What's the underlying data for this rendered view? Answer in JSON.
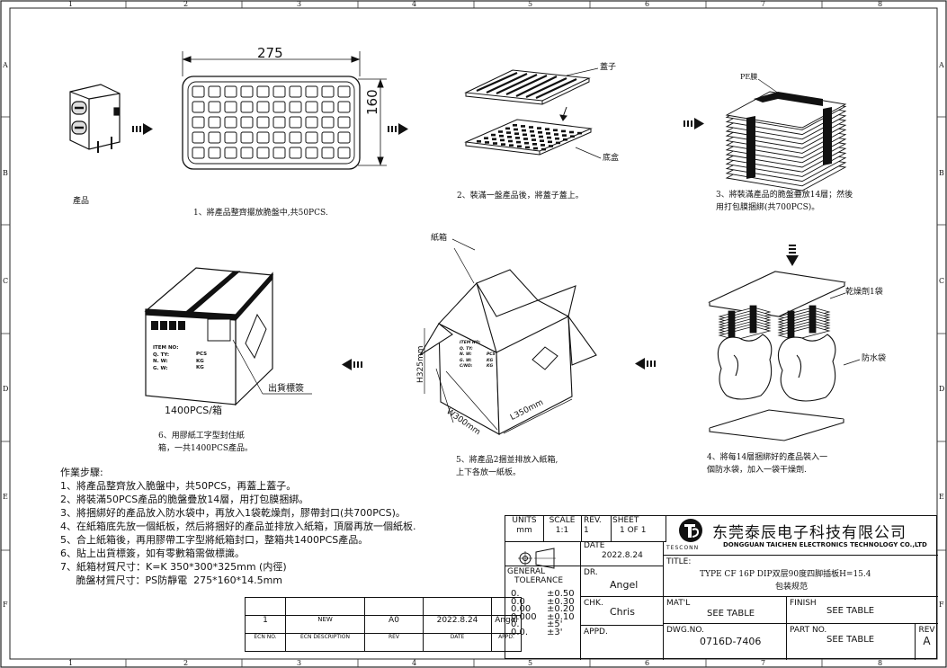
{
  "zones": {
    "cols": [
      "1",
      "2",
      "3",
      "4",
      "5",
      "6",
      "7",
      "8"
    ],
    "rows": [
      "A",
      "B",
      "C",
      "D",
      "E",
      "F"
    ]
  },
  "step0": {
    "caption": "產品"
  },
  "step1": {
    "width_dim": "275",
    "height_dim": "160",
    "caption": "1、將產品整齊擺放脆盤中,共50PCS."
  },
  "step2": {
    "lid_label": "蓋子",
    "base_label": "底盒",
    "caption": "2、裝滿一盤產品後，將蓋子蓋上。"
  },
  "step3": {
    "film_label": "PE膜",
    "caption_1": "3、將裝滿產品的脆盤疊放14層；然後",
    "caption_2": "用打包膜捆綁(共700PCS)。"
  },
  "step4": {
    "desiccant_label": "乾燥劑1袋",
    "bag_label": "防水袋",
    "caption_1": "4、將每14層捆綁好的產品裝入一",
    "caption_2": "個防水袋，加入一袋干燥劑."
  },
  "step5": {
    "carton_label": "紙箱",
    "dim_h": "H325mm",
    "dim_w": "W300mm",
    "dim_l": "L350mm",
    "side_lines": [
      "ITEM NO:",
      "Q. TY:",
      "N. W:",
      "G. W:",
      "C/NO:"
    ],
    "side_units": [
      "PCS",
      "KG",
      "KG"
    ],
    "caption_1": "5、將產品2捆並排放入紙箱,",
    "caption_2": "上下各放一紙板。"
  },
  "step6": {
    "label_lines": [
      "ITEM NO:",
      "Q. TY:",
      "N. W:",
      "G. W:"
    ],
    "label_units": [
      "PCS",
      "KG",
      "KG"
    ],
    "ship_label": "出貨標簽",
    "qty": "1400PCS/箱",
    "caption_1": "6、用膠紙工字型封住紙",
    "caption_2": "箱，一共1400PCS產品。"
  },
  "notes": {
    "title": "作業步驟:",
    "lines": [
      "1、將產品整齊放入脆盤中，共50PCS，再蓋上蓋子。",
      "2、將裝滿50PCS產品的脆盤疊放14層，用打包膜捆綁。",
      "3、將捆綁好的產品放入防水袋中，再放入1袋乾燥劑，膠帶封口(共700PCS)。",
      "4、在紙箱底先放一個紙板，然后將捆好的產品並排放入紙箱，頂層再放一個紙板.",
      "5、合上紙箱後，再用膠帶工字型將紙箱封口，整箱共1400PCS產品。",
      "6、貼上出貨標簽，如有零數箱需做標識。",
      "7、紙箱材質尺寸：K=K  350*300*325mm  (内徑)",
      "     脆盤材質尺寸：PS防靜電  275*160*14.5mm"
    ]
  },
  "revision_table": {
    "row": [
      "1",
      "NEW",
      "A0",
      "2022.8.24",
      "Angel"
    ],
    "headers": [
      "ECN NO.",
      "ECN DESCRIPTION",
      "REV",
      "DATE",
      "APPD."
    ]
  },
  "title_block": {
    "units_label": "UNITS",
    "units": "mm",
    "scale_label": "SCALE",
    "scale": "1:1",
    "rev_label": "REV.",
    "rev": "1",
    "sheet_label": "SHEET",
    "sheet": "1 OF 1",
    "date_label": "DATE",
    "date": "2022.8.24",
    "tol_title_1": "GENERAL",
    "tol_title_2": "TOLERANCE",
    "tol_left": [
      "0.",
      "0.0",
      "0.00",
      "0.000",
      "0.",
      "0.0."
    ],
    "tol_right": [
      "±0.50",
      "±0.30",
      "±0.20",
      "±0.10",
      "±5'",
      "±3'"
    ],
    "dr_label": "DR.",
    "dr": "Angel",
    "chk_label": "CHK.",
    "chk": "Chris",
    "appd_label": "APPD.",
    "company_cn": "东莞泰辰电子科技有限公司",
    "company_en": "DONGGUAN TAICHEN ELECTRONICS TECHNOLOGY CO.,LTD",
    "logo_text": "TESCONN",
    "title_label": "TITLE:",
    "title_1": "TYPE CF 16P DIP双层90度四脚插板H=15.4",
    "title_2": "包装规范",
    "matl_label": "MAT'L",
    "matl": "SEE TABLE",
    "finish_label": "FINISH",
    "finish": "SEE TABLE",
    "dwg_label": "DWG.NO.",
    "dwg": "0716D-7406",
    "part_label": "PART NO.",
    "part": "SEE TABLE",
    "rev2_label": "REV",
    "rev2": "A"
  }
}
